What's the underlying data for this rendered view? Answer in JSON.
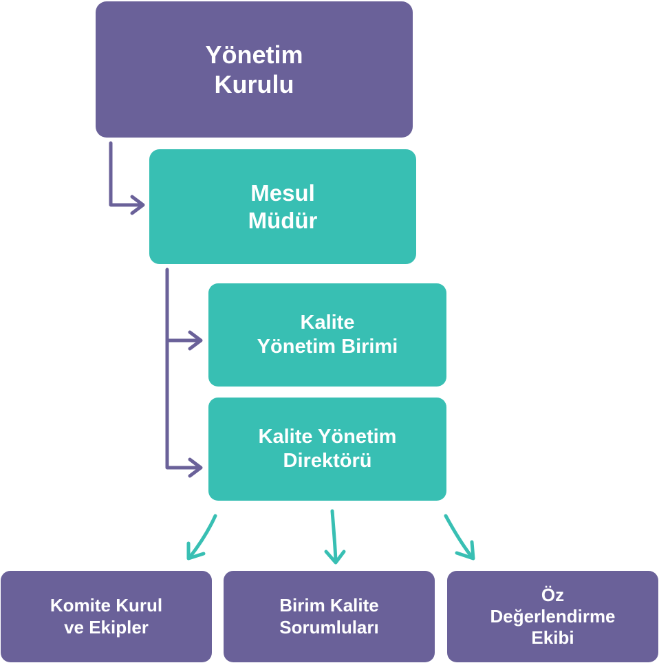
{
  "colors": {
    "purple": "#6a6199",
    "teal": "#38bfb3",
    "text": "#ffffff"
  },
  "nodes": {
    "yonetim_kurulu": {
      "line1": "Yönetim",
      "line2": "Kurulu"
    },
    "mesul_mudur": {
      "line1": "Mesul",
      "line2": "Müdür"
    },
    "kalite_yonetim_birimi": {
      "line1": "Kalite",
      "line2": "Yönetim Birimi"
    },
    "kalite_yonetim_direktoru": {
      "line1": "Kalite Yönetim",
      "line2": "Direktörü"
    },
    "komite_kurul_ekipler": {
      "line1": "Komite Kurul",
      "line2": "ve Ekipler"
    },
    "birim_kalite_sorumlulari": {
      "line1": "Birim Kalite",
      "line2": "Sorumluları"
    },
    "oz_degerlendirme_ekibi": {
      "line1": "Öz",
      "line2": "Değerlendirme",
      "line3": "Ekibi"
    }
  }
}
